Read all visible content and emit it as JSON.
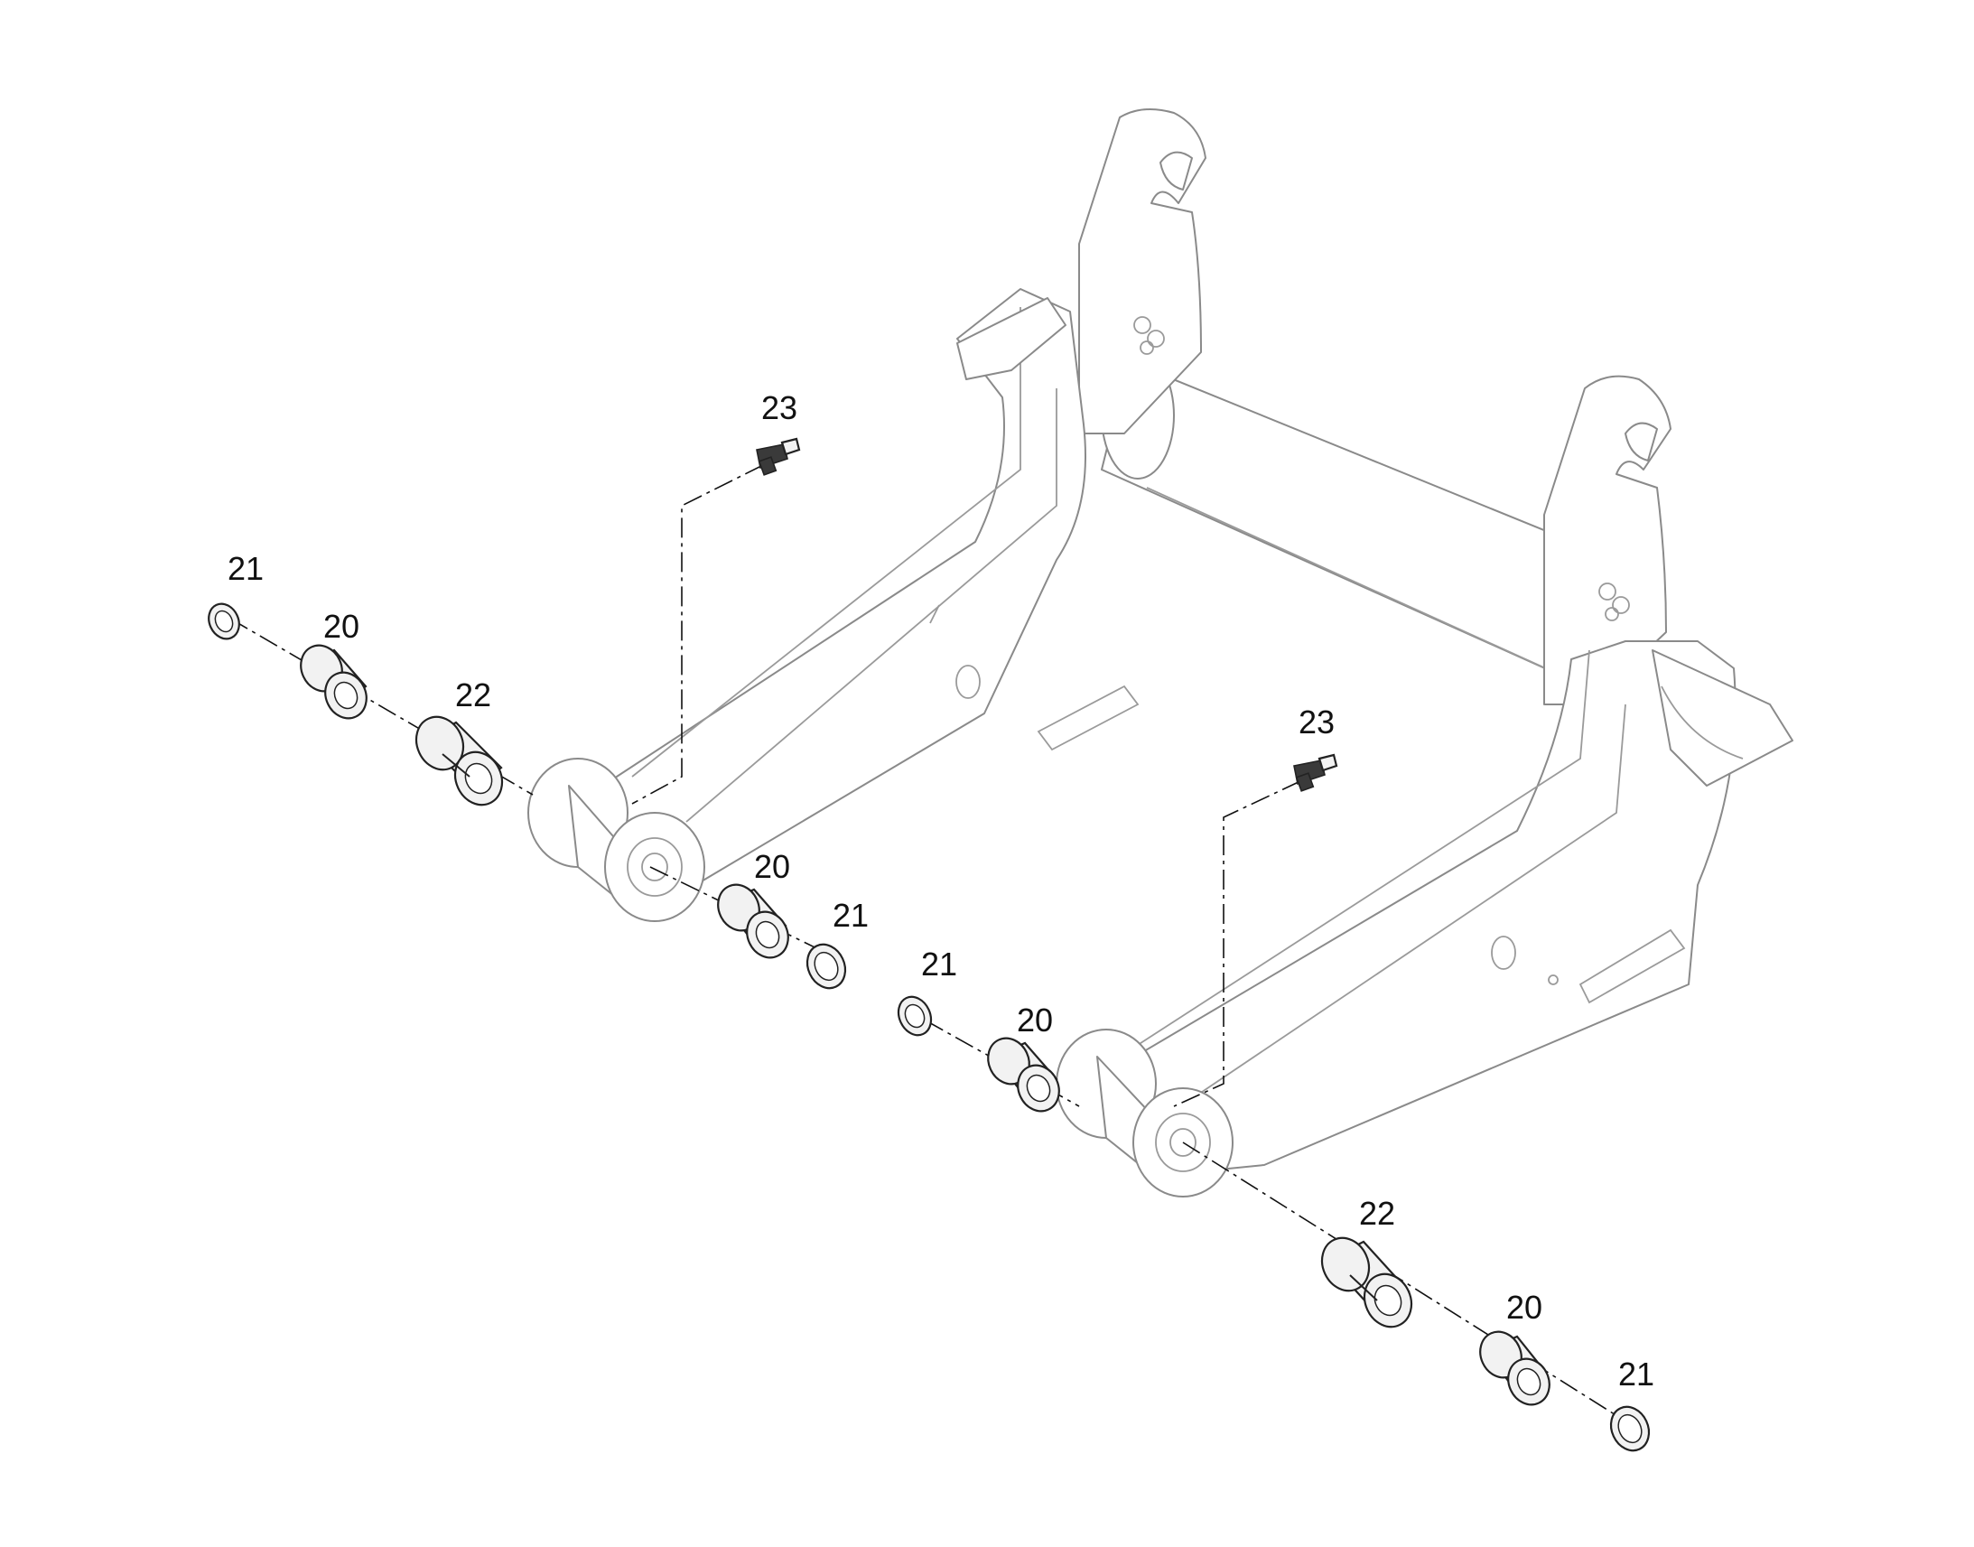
{
  "diagram": {
    "callouts": {
      "c1": "21",
      "c2": "20",
      "c3": "22",
      "c4": "23",
      "c5": "20",
      "c6": "21",
      "c7": "21",
      "c8": "20",
      "c9": "23",
      "c10": "22",
      "c11": "20",
      "c12": "21"
    },
    "colors": {
      "line": "#222222",
      "frame": "#8a8a8a",
      "background": "#ffffff"
    }
  }
}
